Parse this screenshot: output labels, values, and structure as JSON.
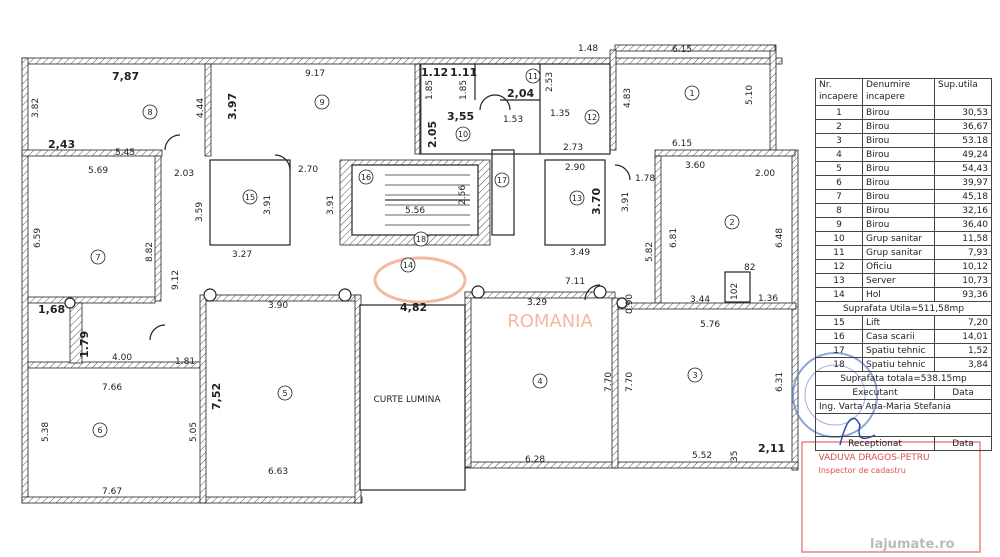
{
  "plan": {
    "courtyard_label": "CURTE LUMINA",
    "watermark": "ROMANIA",
    "room_numbers": [
      "1",
      "2",
      "3",
      "4",
      "5",
      "6",
      "7",
      "8",
      "9",
      "10",
      "11",
      "12",
      "13",
      "14",
      "15",
      "16",
      "17",
      "18"
    ],
    "dimensions": [
      "7,87",
      "3.82",
      "4.44",
      "2,43",
      "5.45",
      "9.17",
      "3.97",
      "3,55",
      "2.05",
      "1.12",
      "1.85",
      "1.11",
      "1.85",
      "2,04",
      "1.53",
      "1.35",
      "2.53",
      "1.48",
      "2.73",
      "6.15",
      "4.83",
      "5.10",
      "6.15",
      "2.03",
      "5.69",
      "6.59",
      "8.82",
      "9.12",
      "3.59",
      "2.70",
      "3.91",
      "3.91",
      "5.56",
      "2.56",
      "3.27",
      "2.90",
      "3.70",
      "3.91",
      "1.78",
      "3.60",
      "2.00",
      "6.81",
      "6.48",
      "5.82",
      "3.49",
      "4,82",
      "3.90",
      "3.29",
      "7.11",
      "0.90",
      "3.44",
      "1.36",
      "5.76",
      "1,68",
      "1.79",
      "4.00",
      "1.81",
      "7.66",
      "7,52",
      "5.38",
      "5.05",
      "6.63",
      "7.67",
      "7.70",
      "7.70",
      "6.31",
      "6.28",
      "5.52",
      "2,11",
      "82",
      "102",
      "35"
    ],
    "logo": "lajumate.ro"
  },
  "legend": {
    "headers": [
      "Nr. incapere",
      "Denumire incapere",
      "Sup.utila"
    ],
    "rows": [
      [
        "1",
        "Birou",
        "30,53"
      ],
      [
        "2",
        "Birou",
        "36,67"
      ],
      [
        "3",
        "Birou",
        "53.18"
      ],
      [
        "4",
        "Birou",
        "49,24"
      ],
      [
        "5",
        "Birou",
        "54,43"
      ],
      [
        "6",
        "Birou",
        "39,97"
      ],
      [
        "7",
        "Birou",
        "45,18"
      ],
      [
        "8",
        "Birou",
        "32,16"
      ],
      [
        "9",
        "Birou",
        "36,40"
      ],
      [
        "10",
        "Grup sanitar",
        "11,58"
      ],
      [
        "11",
        "Grup sanitar",
        "7,93"
      ],
      [
        "12",
        "Oficiu",
        "10,12"
      ],
      [
        "13",
        "Server",
        "10,73"
      ],
      [
        "14",
        "Hol",
        "93,36"
      ]
    ],
    "subtotal": "Suprafata Utila=511,58mp",
    "rows2": [
      [
        "15",
        "Lift",
        "7,20"
      ],
      [
        "16",
        "Casa scarii",
        "14,01"
      ],
      [
        "17",
        "Spatiu tehnic",
        "1,52"
      ],
      [
        "18",
        "Spatiu tehnic",
        "3,84"
      ]
    ],
    "total": "Suprafata totala=538.15mp",
    "executant_label": "Executant",
    "date_label": "Data",
    "executant_name": "Ing. Varta Ana-Maria Stefania",
    "receptionat_label": "Receptionat",
    "receptionat_date_label": "Data",
    "inspector": "VADUVA DRAGOS-PETRU",
    "inspector_title": "Inspector de cadastru"
  },
  "colors": {
    "stamp_blue": "#5a7fc7",
    "stamp_red": "#d9534f",
    "watermark": "#f3b9a0"
  }
}
